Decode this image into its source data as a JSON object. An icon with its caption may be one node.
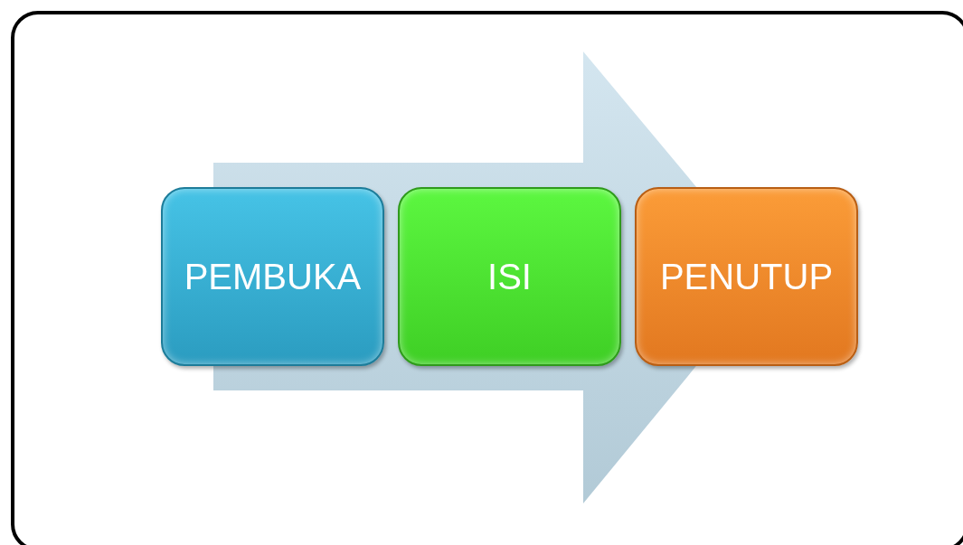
{
  "diagram": {
    "nodes": [
      {
        "text": [
          "PEMBUKA"
        ]
      },
      {
        "text": [
          "ISI"
        ]
      },
      {
        "text": [
          "PENUTUP"
        ]
      }
    ],
    "edges": [
      {
        "from": 0,
        "to": 2,
        "arrow": "to"
      }
    ]
  }
}
